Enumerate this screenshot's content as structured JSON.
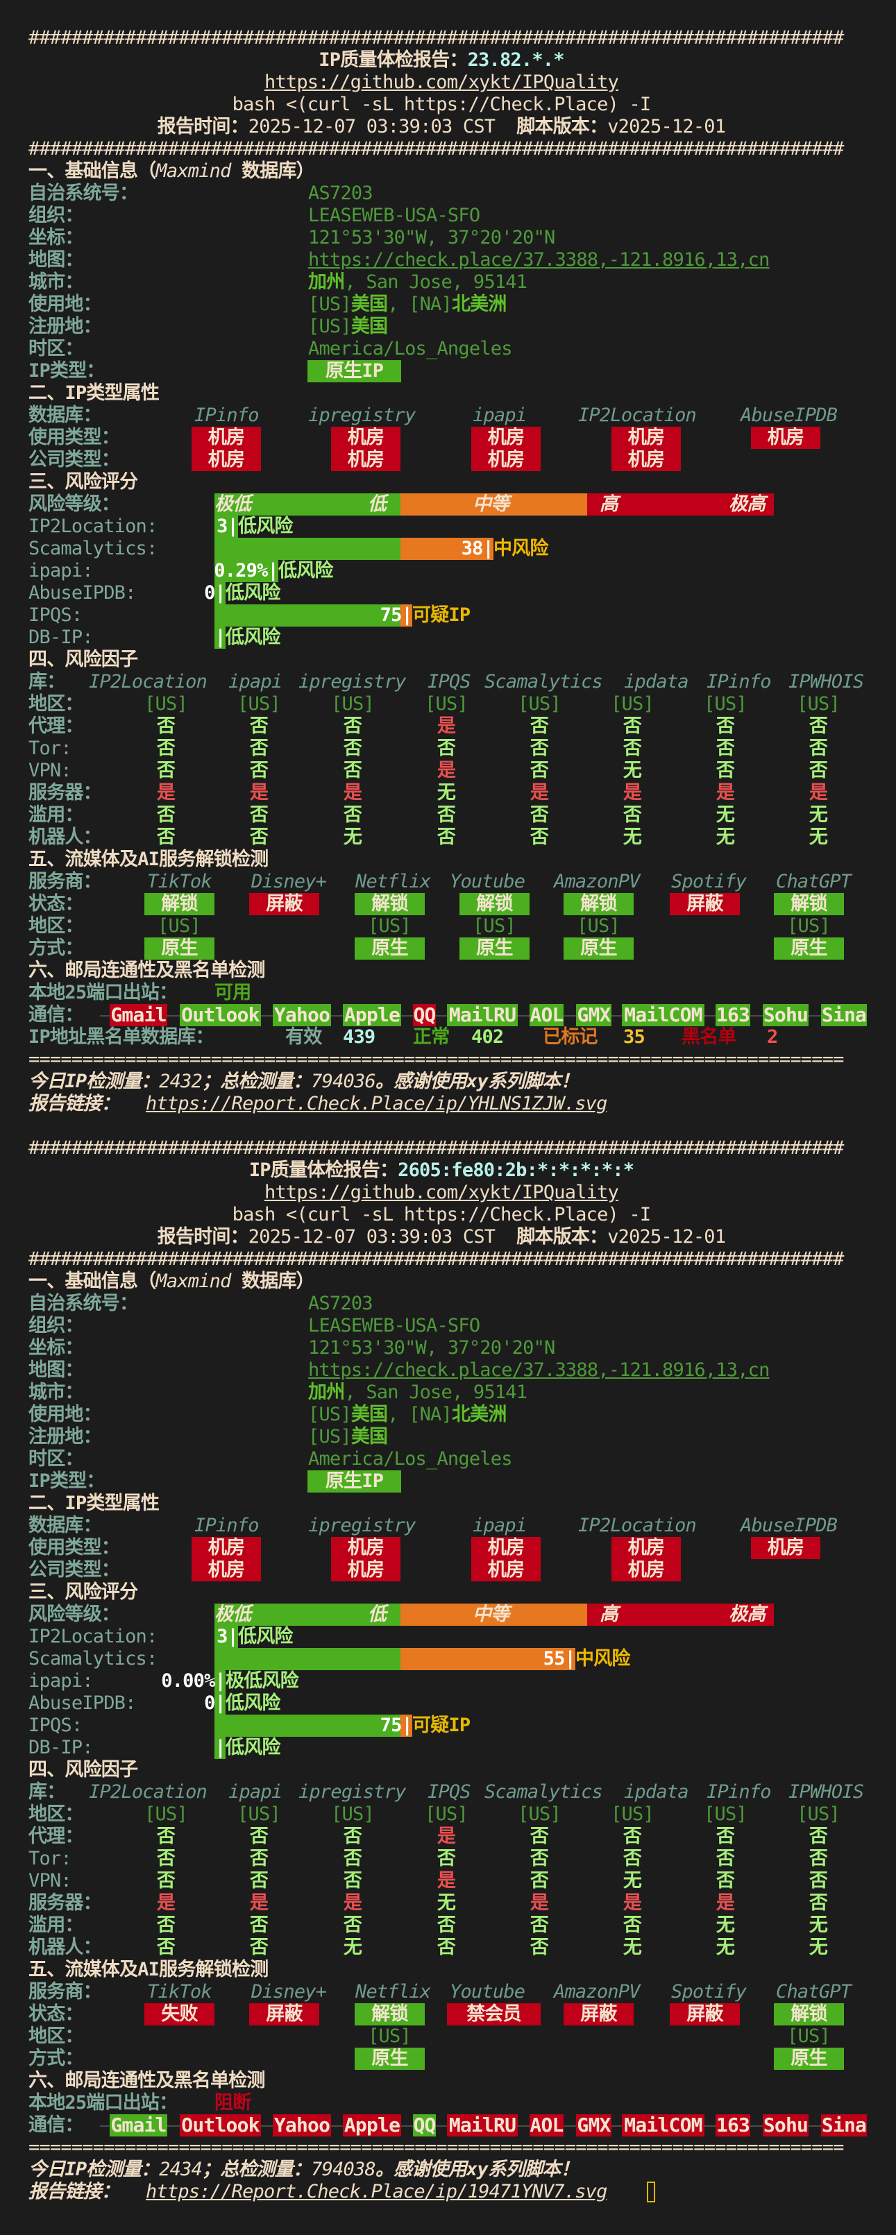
{
  "colors": {
    "background": "#1c1c1c",
    "green": "#4caf1f",
    "orange": "#e87820",
    "red": "#c00018",
    "low_risk": "#a6f07a",
    "mid_risk": "#f0b800",
    "suspicious": "#e8b800"
  },
  "reports": [
    {
      "header": {
        "separator": "############################################################################",
        "title_label": "IP质量体检报告：",
        "ip": "23.82.*.*",
        "repo_url": "https://github.com/xykt/IPQuality",
        "command": "bash <(curl -sL https://Check.Place) -I",
        "time_label": "报告时间：",
        "time": "2025-12-07 03:39:03 CST",
        "version_label": "脚本版本：",
        "version": "v2025-12-01"
      },
      "basic": {
        "title": [
          {
            "text": "一、基础信息（",
            "style": "b"
          },
          {
            "text": "Maxmind",
            "style": "i"
          },
          {
            "text": " 数据库）",
            "style": "b"
          }
        ],
        "rows": [
          {
            "label": "自治系统号：",
            "value": [
              {
                "text": "AS7203"
              }
            ]
          },
          {
            "label": "组织：",
            "value": [
              {
                "text": "LEASEWEB-USA-SFO"
              }
            ]
          },
          {
            "label": "坐标：",
            "value": [
              {
                "text": "121°53'30\"W, 37°20'20\"N"
              }
            ]
          },
          {
            "label": "地图：",
            "value": [
              {
                "text": "https://check.place/37.3388,-121.8916,13,cn",
                "style": "link"
              }
            ]
          },
          {
            "label": "城市：",
            "value": [
              {
                "text": "加州",
                "style": "bright"
              },
              {
                "text": ", San Jose, 95141"
              }
            ]
          },
          {
            "label": "使用地：",
            "value": [
              {
                "text": "[US]"
              },
              {
                "text": "美国",
                "style": "bright"
              },
              {
                "text": ", [NA]"
              },
              {
                "text": "北美洲",
                "style": "bright"
              }
            ]
          },
          {
            "label": "注册地：",
            "value": [
              {
                "text": "[US]"
              },
              {
                "text": "美国",
                "style": "bright"
              }
            ]
          },
          {
            "label": "时区：",
            "value": [
              {
                "text": "America/Los_Angeles"
              }
            ]
          },
          {
            "label": "IP类型：",
            "badge": "原生IP",
            "badge_color": "green"
          }
        ]
      },
      "type": {
        "title": "二、IP类型属性",
        "db_label": "数据库：",
        "dbs": [
          "IPinfo",
          "ipregistry",
          "ipapi",
          "IP2Location",
          "AbuseIPDB"
        ],
        "usage_label": "使用类型：",
        "usage": [
          "机房",
          "机房",
          "机房",
          "机房",
          "机房"
        ],
        "company_label": "公司类型：",
        "company": [
          "机房",
          "机房",
          "机房",
          "机房"
        ]
      },
      "risk": {
        "title": "三、风险评分",
        "level_label": "风险等级：",
        "levels": [
          "极低",
          "低",
          "中等",
          "高",
          "极高"
        ],
        "rows": [
          {
            "label": "IP2Location:",
            "score": "3",
            "level": "低风险",
            "level_color": "low_risk"
          },
          {
            "label": "Scamalytics:",
            "score": "38",
            "level": "中风险",
            "level_color": "mid_risk"
          },
          {
            "label": "ipapi:",
            "score": "0.29%",
            "level": "低风险",
            "level_color": "low_risk"
          },
          {
            "label": "AbuseIPDB:",
            "score": "0",
            "level": "低风险",
            "level_color": "low_risk"
          },
          {
            "label": "IPQS:",
            "score": "75",
            "level": "可疑IP",
            "level_color": "suspicious"
          },
          {
            "label": "DB-IP:",
            "score": "",
            "level": "低风险",
            "level_color": "low_risk"
          }
        ]
      },
      "factors": {
        "title": "四、风险因子",
        "db_label": "库：",
        "dbs": [
          "IP2Location",
          "ipapi",
          "ipregistry",
          "IPQS",
          "Scamalytics",
          "ipdata",
          "IPinfo",
          "IPWHOIS"
        ],
        "rows": [
          {
            "label": "地区：",
            "values": [
              "[US]",
              "[US]",
              "[US]",
              "[US]",
              "[US]",
              "[US]",
              "[US]",
              "[US]"
            ]
          },
          {
            "label": "代理：",
            "values": [
              "否",
              "否",
              "否",
              "是",
              "否",
              "否",
              "否",
              "否"
            ]
          },
          {
            "label": "Tor:",
            "values": [
              "否",
              "否",
              "否",
              "否",
              "否",
              "否",
              "否",
              "否"
            ]
          },
          {
            "label": "VPN:",
            "values": [
              "否",
              "否",
              "否",
              "是",
              "否",
              "无",
              "否",
              "否"
            ]
          },
          {
            "label": "服务器：",
            "values": [
              "是",
              "是",
              "是",
              "无",
              "是",
              "是",
              "是",
              "是"
            ]
          },
          {
            "label": "滥用：",
            "values": [
              "否",
              "否",
              "否",
              "否",
              "否",
              "否",
              "无",
              "无"
            ]
          },
          {
            "label": "机器人：",
            "values": [
              "否",
              "否",
              "无",
              "否",
              "否",
              "无",
              "无",
              "无"
            ]
          }
        ]
      },
      "media": {
        "title": "五、流媒体及AI服务解锁检测",
        "service_label": "服务商：",
        "status_label": "状态：",
        "region_label": "地区：",
        "method_label": "方式：",
        "services": [
          {
            "name": "TikTok",
            "status": "解锁",
            "region": "[US]",
            "method": "原生"
          },
          {
            "name": "Disney+",
            "status": "屏蔽",
            "region": "",
            "method": ""
          },
          {
            "name": "Netflix",
            "status": "解锁",
            "region": "[US]",
            "method": "原生"
          },
          {
            "name": "Youtube",
            "status": "解锁",
            "region": "[US]",
            "method": "原生"
          },
          {
            "name": "AmazonPV",
            "status": "解锁",
            "region": "[US]",
            "method": "原生"
          },
          {
            "name": "Spotify",
            "status": "屏蔽",
            "region": "",
            "method": ""
          },
          {
            "name": "ChatGPT",
            "status": "解锁",
            "region": "[US]",
            "method": "原生"
          }
        ]
      },
      "mail": {
        "title": "六、邮局连通性及黑名单检测",
        "port_label": "本地25端口出站：",
        "port_status": "可用",
        "port_color": "#4ea81a",
        "mail_label": "通信：",
        "providers": [
          {
            "name": "Gmail",
            "color": "red"
          },
          {
            "name": "Outlook",
            "color": "green"
          },
          {
            "name": "Yahoo",
            "color": "green"
          },
          {
            "name": "Apple",
            "color": "green"
          },
          {
            "name": "QQ",
            "color": "red"
          },
          {
            "name": "MailRU",
            "color": "green"
          },
          {
            "name": "AOL",
            "color": "green"
          },
          {
            "name": "GMX",
            "color": "green"
          },
          {
            "name": "MailCOM",
            "color": "green"
          },
          {
            "name": "163",
            "color": "green"
          },
          {
            "name": "Sohu",
            "color": "green"
          },
          {
            "name": "Sina",
            "color": "green"
          }
        ],
        "blacklist": {
          "label": "IP地址黑名单数据库：",
          "items": [
            {
              "label": "有效",
              "count": "439"
            },
            {
              "label": "正常",
              "count": "402"
            },
            {
              "label": "已标记",
              "count": "35"
            },
            {
              "label": "黑名单",
              "count": "2"
            }
          ]
        }
      },
      "footer": {
        "separator": "============================================================================",
        "stats": [
          {
            "text": "今日IP检测量：",
            "style": "bi"
          },
          {
            "text": "2432",
            "style": "i"
          },
          {
            "text": "；总检测量：",
            "style": "bi"
          },
          {
            "text": "794036",
            "style": "i"
          },
          {
            "text": "。感谢使用xy系列脚本！",
            "style": "bi"
          }
        ],
        "link_label": "报告链接：",
        "link_url": "https://Report.Check.Place/ip/YHLNS1ZJW.svg"
      }
    },
    {
      "header": {
        "separator": "############################################################################",
        "title_label": "IP质量体检报告：",
        "ip": "2605:fe80:2b:*:*:*:*:*",
        "repo_url": "https://github.com/xykt/IPQuality",
        "command": "bash <(curl -sL https://Check.Place) -I",
        "time_label": "报告时间：",
        "time": "2025-12-07 03:39:03 CST",
        "version_label": "脚本版本：",
        "version": "v2025-12-01"
      },
      "basic": {
        "title": [
          {
            "text": "一、基础信息（",
            "style": "b"
          },
          {
            "text": "Maxmind",
            "style": "i"
          },
          {
            "text": " 数据库）",
            "style": "b"
          }
        ],
        "rows": [
          {
            "label": "自治系统号：",
            "value": [
              {
                "text": "AS7203"
              }
            ]
          },
          {
            "label": "组织：",
            "value": [
              {
                "text": "LEASEWEB-USA-SFO"
              }
            ]
          },
          {
            "label": "坐标：",
            "value": [
              {
                "text": "121°53'30\"W, 37°20'20\"N"
              }
            ]
          },
          {
            "label": "地图：",
            "value": [
              {
                "text": "https://check.place/37.3388,-121.8916,13,cn",
                "style": "link"
              }
            ]
          },
          {
            "label": "城市：",
            "value": [
              {
                "text": "加州",
                "style": "bright"
              },
              {
                "text": ", San Jose, 95141"
              }
            ]
          },
          {
            "label": "使用地：",
            "value": [
              {
                "text": "[US]"
              },
              {
                "text": "美国",
                "style": "bright"
              },
              {
                "text": ", [NA]"
              },
              {
                "text": "北美洲",
                "style": "bright"
              }
            ]
          },
          {
            "label": "注册地：",
            "value": [
              {
                "text": "[US]"
              },
              {
                "text": "美国",
                "style": "bright"
              }
            ]
          },
          {
            "label": "时区：",
            "value": [
              {
                "text": "America/Los_Angeles"
              }
            ]
          },
          {
            "label": "IP类型：",
            "badge": "原生IP",
            "badge_color": "green"
          }
        ]
      },
      "type": {
        "title": "二、IP类型属性",
        "db_label": "数据库：",
        "dbs": [
          "IPinfo",
          "ipregistry",
          "ipapi",
          "IP2Location",
          "AbuseIPDB"
        ],
        "usage_label": "使用类型：",
        "usage": [
          "机房",
          "机房",
          "机房",
          "机房",
          "机房"
        ],
        "company_label": "公司类型：",
        "company": [
          "机房",
          "机房",
          "机房",
          "机房"
        ]
      },
      "risk": {
        "title": "三、风险评分",
        "level_label": "风险等级：",
        "levels": [
          "极低",
          "低",
          "中等",
          "高",
          "极高"
        ],
        "rows": [
          {
            "label": "IP2Location:",
            "score": "3",
            "level": "低风险",
            "level_color": "low_risk"
          },
          {
            "label": "Scamalytics:",
            "score": "55",
            "level": "中风险",
            "level_color": "mid_risk"
          },
          {
            "label": "ipapi:",
            "score": "0.00%",
            "level": "极低风险",
            "level_color": "low_risk"
          },
          {
            "label": "AbuseIPDB:",
            "score": "0",
            "level": "低风险",
            "level_color": "low_risk"
          },
          {
            "label": "IPQS:",
            "score": "75",
            "level": "可疑IP",
            "level_color": "suspicious"
          },
          {
            "label": "DB-IP:",
            "score": "",
            "level": "低风险",
            "level_color": "low_risk"
          }
        ]
      },
      "factors": {
        "title": "四、风险因子",
        "db_label": "库：",
        "dbs": [
          "IP2Location",
          "ipapi",
          "ipregistry",
          "IPQS",
          "Scamalytics",
          "ipdata",
          "IPinfo",
          "IPWHOIS"
        ],
        "rows": [
          {
            "label": "地区：",
            "values": [
              "[US]",
              "[US]",
              "[US]",
              "[US]",
              "[US]",
              "[US]",
              "[US]",
              "[US]"
            ]
          },
          {
            "label": "代理：",
            "values": [
              "否",
              "否",
              "否",
              "是",
              "否",
              "否",
              "否",
              "否"
            ]
          },
          {
            "label": "Tor:",
            "values": [
              "否",
              "否",
              "否",
              "否",
              "否",
              "否",
              "否",
              "否"
            ]
          },
          {
            "label": "VPN:",
            "values": [
              "否",
              "否",
              "否",
              "是",
              "否",
              "无",
              "否",
              "否"
            ]
          },
          {
            "label": "服务器：",
            "values": [
              "是",
              "是",
              "是",
              "无",
              "是",
              "是",
              "是",
              "否"
            ]
          },
          {
            "label": "滥用：",
            "values": [
              "否",
              "否",
              "否",
              "否",
              "否",
              "否",
              "无",
              "无"
            ]
          },
          {
            "label": "机器人：",
            "values": [
              "否",
              "否",
              "无",
              "否",
              "否",
              "无",
              "无",
              "无"
            ]
          }
        ]
      },
      "media": {
        "title": "五、流媒体及AI服务解锁检测",
        "service_label": "服务商：",
        "status_label": "状态：",
        "region_label": "地区：",
        "method_label": "方式：",
        "services": [
          {
            "name": "TikTok",
            "status": "失败",
            "region": "",
            "method": ""
          },
          {
            "name": "Disney+",
            "status": "屏蔽",
            "region": "",
            "method": ""
          },
          {
            "name": "Netflix",
            "status": "解锁",
            "region": "[US]",
            "method": "原生"
          },
          {
            "name": "Youtube",
            "status": "禁会员",
            "region": "",
            "method": ""
          },
          {
            "name": "AmazonPV",
            "status": "屏蔽",
            "region": "",
            "method": ""
          },
          {
            "name": "Spotify",
            "status": "屏蔽",
            "region": "",
            "method": ""
          },
          {
            "name": "ChatGPT",
            "status": "解锁",
            "region": "[US]",
            "method": "原生"
          }
        ]
      },
      "mail": {
        "title": "六、邮局连通性及黑名单检测",
        "port_label": "本地25端口出站：",
        "port_status": "阻断",
        "port_color": "#c00018",
        "mail_label": "通信：",
        "providers": [
          {
            "name": "Gmail",
            "color": "green"
          },
          {
            "name": "Outlook",
            "color": "red"
          },
          {
            "name": "Yahoo",
            "color": "red"
          },
          {
            "name": "Apple",
            "color": "red"
          },
          {
            "name": "QQ",
            "color": "green"
          },
          {
            "name": "MailRU",
            "color": "red"
          },
          {
            "name": "AOL",
            "color": "red"
          },
          {
            "name": "GMX",
            "color": "red"
          },
          {
            "name": "MailCOM",
            "color": "red"
          },
          {
            "name": "163",
            "color": "red"
          },
          {
            "name": "Sohu",
            "color": "red"
          },
          {
            "name": "Sina",
            "color": "red"
          }
        ]
      },
      "footer": {
        "separator": "============================================================================",
        "stats": [
          {
            "text": "今日IP检测量：",
            "style": "bi"
          },
          {
            "text": "2434",
            "style": "i"
          },
          {
            "text": "；总检测量：",
            "style": "bi"
          },
          {
            "text": "794038",
            "style": "i"
          },
          {
            "text": "。感谢使用xy系列脚本！",
            "style": "bi"
          }
        ],
        "link_label": "报告链接：",
        "link_url": "https://Report.Check.Place/ip/19471YNV7.svg"
      }
    }
  ]
}
